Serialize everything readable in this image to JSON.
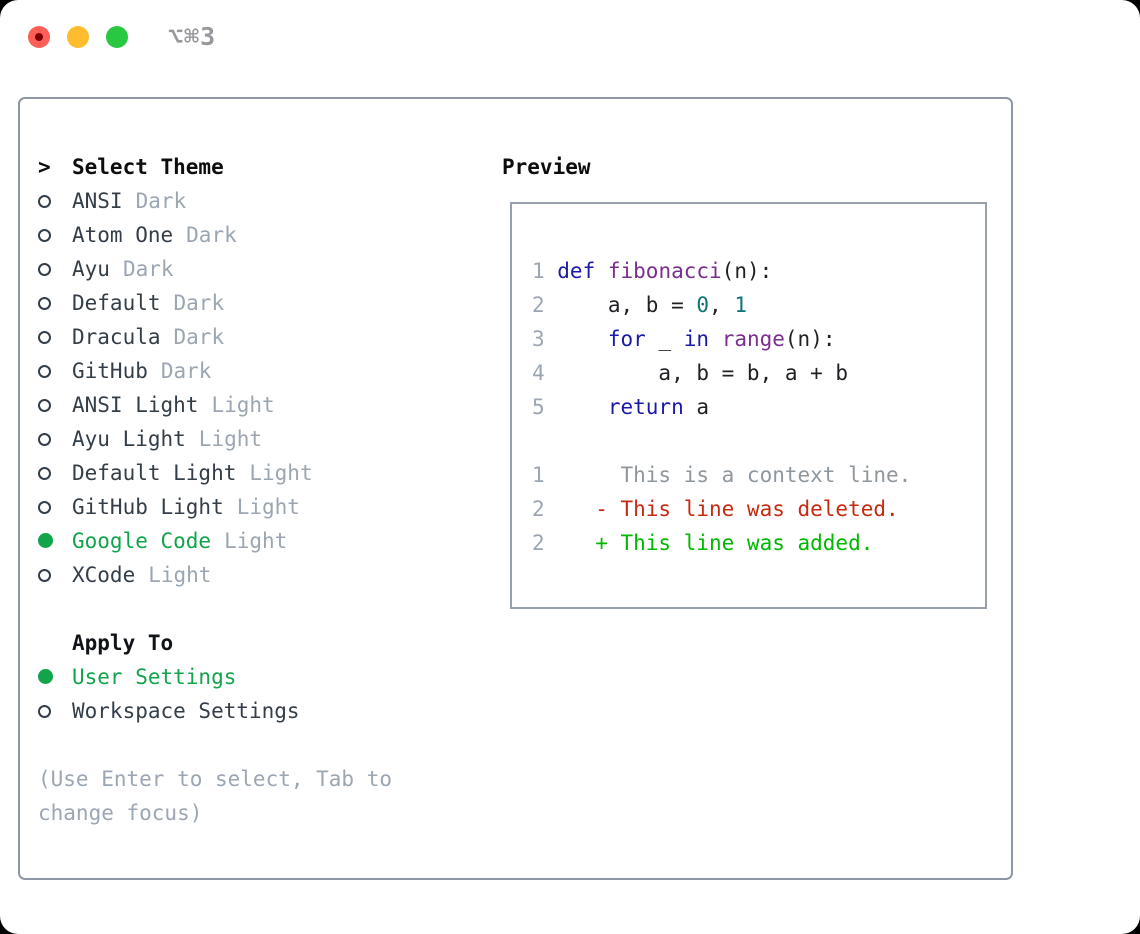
{
  "window": {
    "titlebar": {
      "shortcut": "⌥⌘3",
      "traffic_lights": [
        "close",
        "minimize",
        "zoom"
      ]
    }
  },
  "theme_panel": {
    "header": {
      "marker": ">",
      "label": "Select Theme"
    },
    "items": [
      {
        "label": "ANSI",
        "variant": "Dark",
        "selected": false
      },
      {
        "label": "Atom One",
        "variant": "Dark",
        "selected": false
      },
      {
        "label": "Ayu",
        "variant": "Dark",
        "selected": false
      },
      {
        "label": "Default",
        "variant": "Dark",
        "selected": false
      },
      {
        "label": "Dracula",
        "variant": "Dark",
        "selected": false
      },
      {
        "label": "GitHub",
        "variant": "Dark",
        "selected": false
      },
      {
        "label": "ANSI Light",
        "variant": "Light",
        "selected": false
      },
      {
        "label": "Ayu Light",
        "variant": "Light",
        "selected": false
      },
      {
        "label": "Default Light",
        "variant": "Light",
        "selected": false
      },
      {
        "label": "GitHub Light",
        "variant": "Light",
        "selected": false
      },
      {
        "label": "Google Code",
        "variant": "Light",
        "selected": true
      },
      {
        "label": "XCode",
        "variant": "Light",
        "selected": false
      }
    ],
    "apply_to": {
      "header": "Apply To",
      "options": [
        {
          "label": "User Settings",
          "selected": true
        },
        {
          "label": "Workspace Settings",
          "selected": false
        }
      ]
    },
    "hint": "(Use Enter to select, Tab to change focus)"
  },
  "preview": {
    "header": "Preview",
    "lines": [
      {
        "num": "1",
        "tokens": [
          {
            "t": "def",
            "c": "kwd"
          },
          {
            "t": " ",
            "c": "pln"
          },
          {
            "t": "fibonacci",
            "c": "typ"
          },
          {
            "t": "(n):",
            "c": "pln"
          }
        ]
      },
      {
        "num": "2",
        "tokens": [
          {
            "t": "    a, b = ",
            "c": "pln"
          },
          {
            "t": "0",
            "c": "lit"
          },
          {
            "t": ", ",
            "c": "pln"
          },
          {
            "t": "1",
            "c": "lit"
          }
        ]
      },
      {
        "num": "3",
        "tokens": [
          {
            "t": "    ",
            "c": "pln"
          },
          {
            "t": "for",
            "c": "kwd"
          },
          {
            "t": " _ ",
            "c": "pln"
          },
          {
            "t": "in",
            "c": "kwd"
          },
          {
            "t": " ",
            "c": "pln"
          },
          {
            "t": "range",
            "c": "typ"
          },
          {
            "t": "(n):",
            "c": "pln"
          }
        ]
      },
      {
        "num": "4",
        "tokens": [
          {
            "t": "        a, b = b, a + b",
            "c": "pln"
          }
        ]
      },
      {
        "num": "5",
        "tokens": [
          {
            "t": "    ",
            "c": "pln"
          },
          {
            "t": "return",
            "c": "kwd"
          },
          {
            "t": " a",
            "c": "pln"
          }
        ]
      },
      {
        "num": "",
        "tokens": []
      },
      {
        "num": "1",
        "tokens": [
          {
            "t": "     This is a context line.",
            "c": "ctx"
          }
        ]
      },
      {
        "num": "2",
        "tokens": [
          {
            "t": "   - This line was deleted.",
            "c": "del"
          }
        ]
      },
      {
        "num": "2",
        "tokens": [
          {
            "t": "   + This line was added.",
            "c": "add"
          }
        ]
      }
    ]
  },
  "colors": {
    "accent_green": "#12a44b",
    "added": "#00b800",
    "deleted": "#c52b10",
    "kwd": "#1a1aaa",
    "typ": "#7c2d90",
    "lit": "#0d7377",
    "gray": "#9ba6b2",
    "charcoal": "#343e48",
    "plain": "#1f2024",
    "ctx": "#8f979e",
    "border_main": "#8d97a5",
    "border_preview": "#98a0ab",
    "tl_red": "#ff5f57",
    "tl_red_dot": "#7c0007",
    "tl_yellow": "#febc2e",
    "tl_green": "#28c840",
    "title_gray": "#98989d"
  }
}
